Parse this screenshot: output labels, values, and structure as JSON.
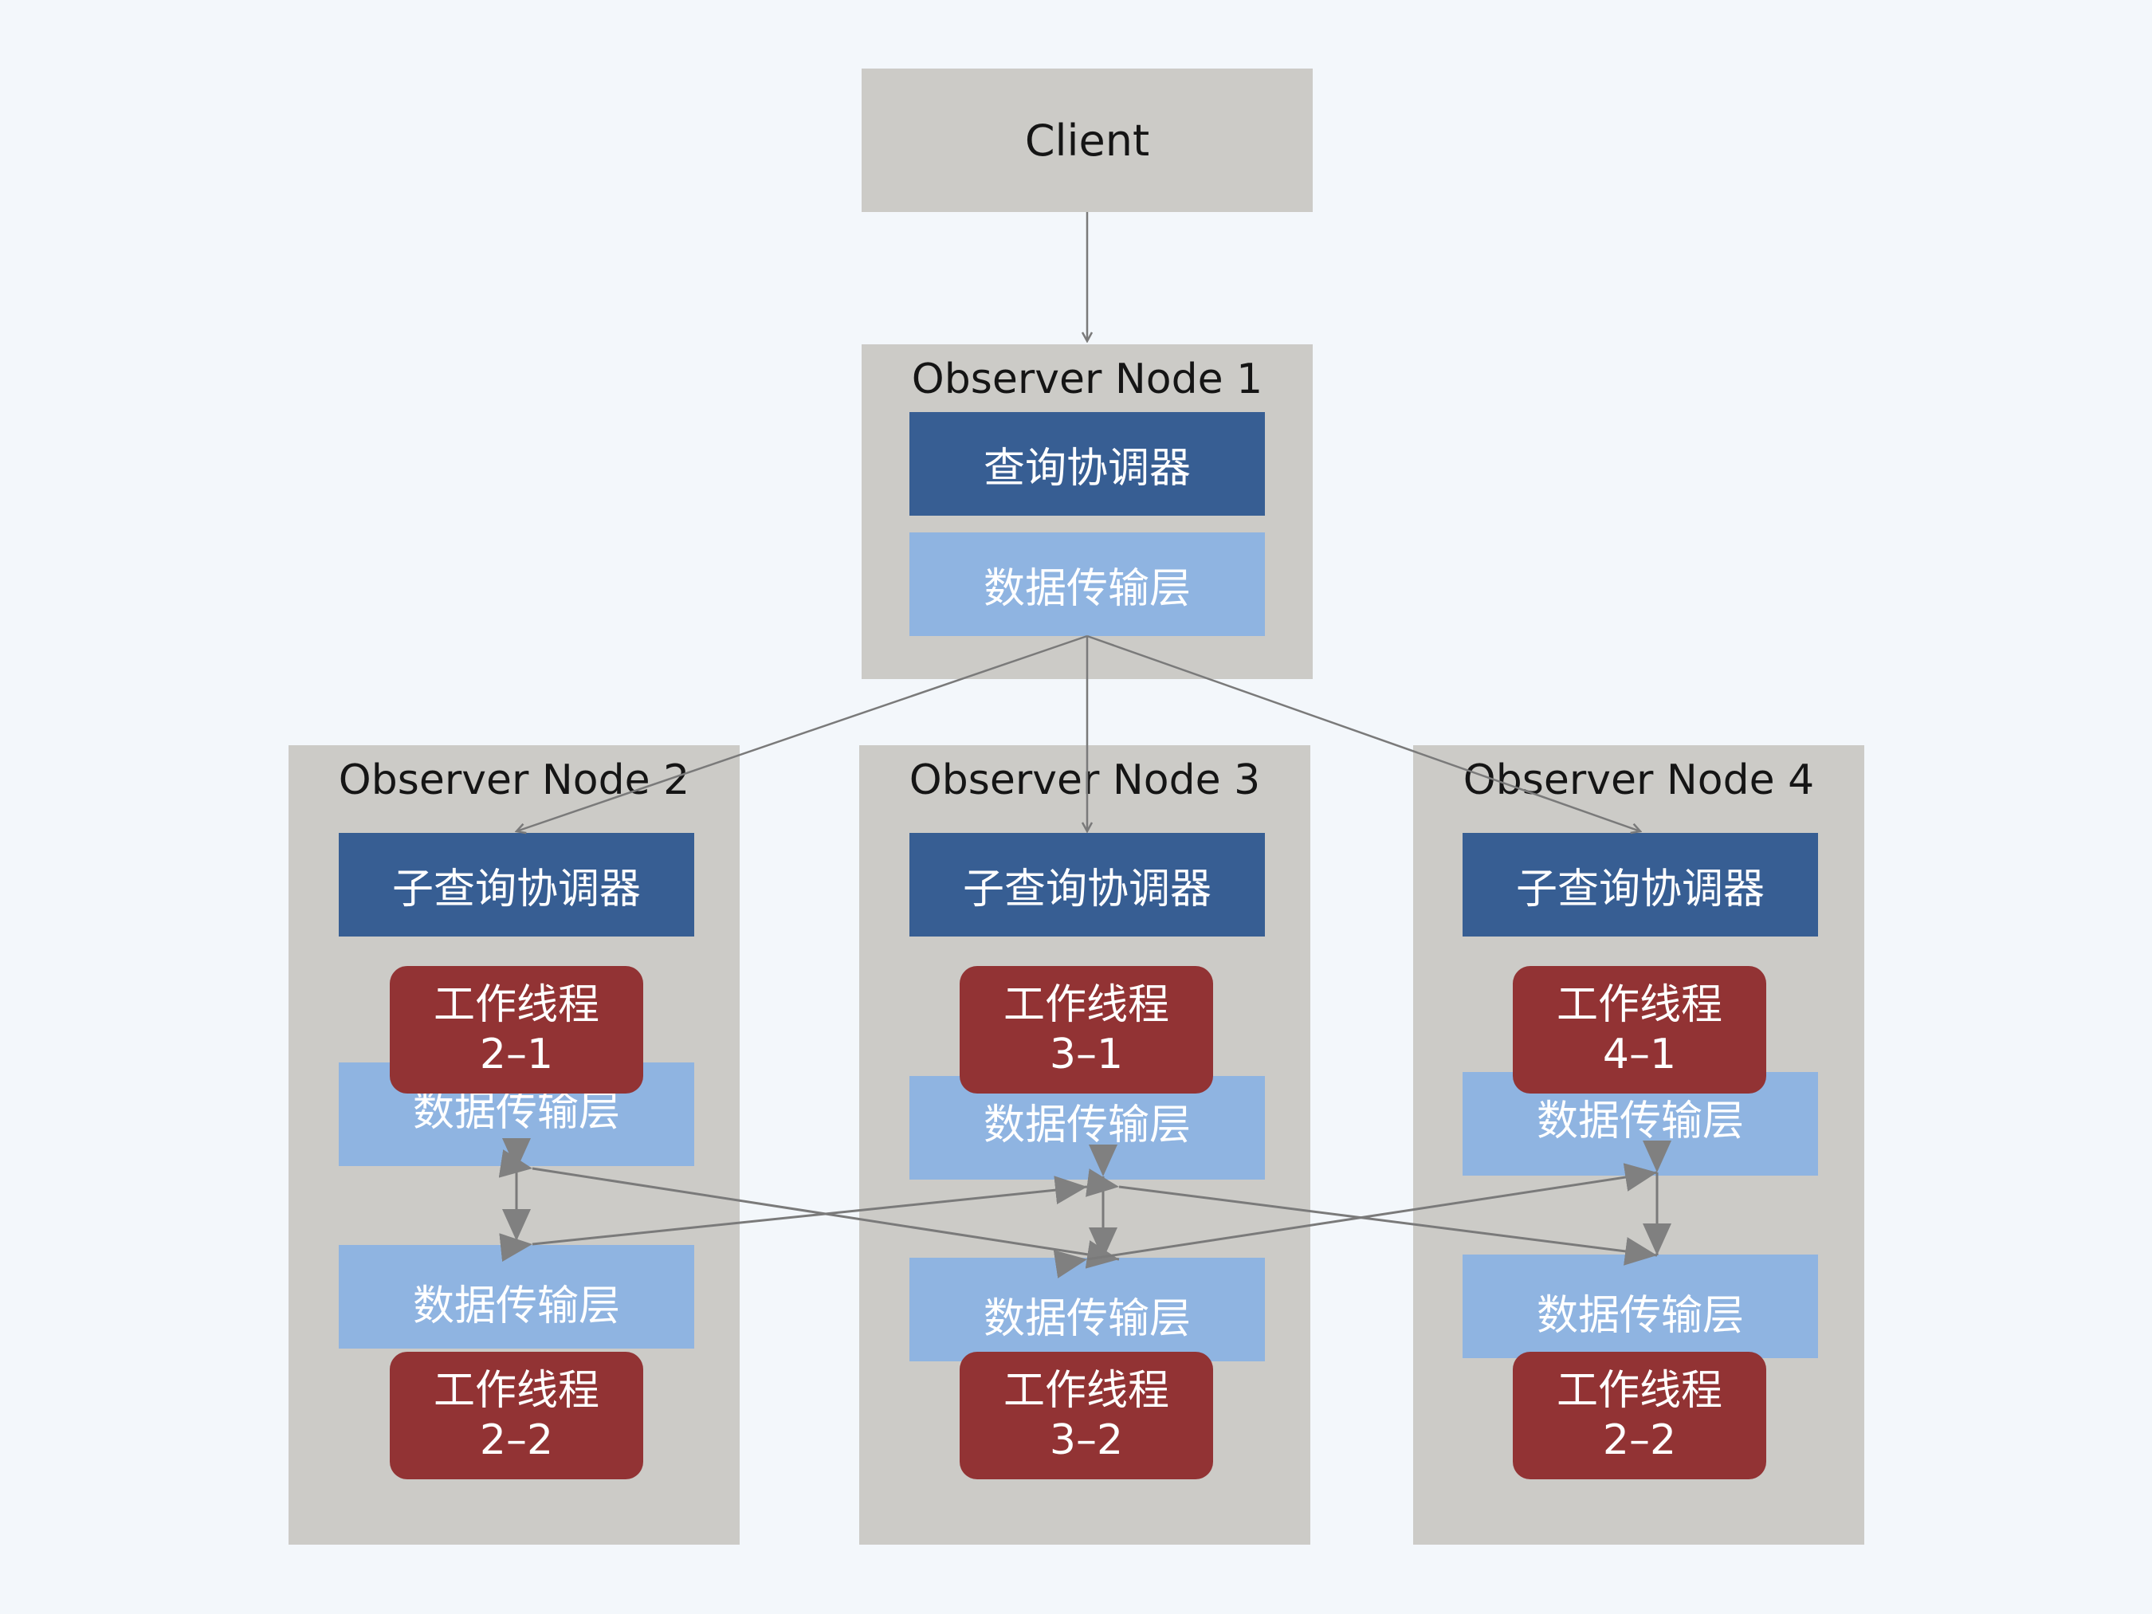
{
  "client": {
    "label": "Client"
  },
  "node1": {
    "title": "Observer Node 1",
    "coordinator": "查询协调器",
    "transport": "数据传输层"
  },
  "node2": {
    "title": "Observer Node 2",
    "coordinator": "子查询协调器",
    "worker1": {
      "line1": "工作线程",
      "line2": "2–1"
    },
    "transport1": "数据传输层",
    "transport2": "数据传输层",
    "worker2": {
      "line1": "工作线程",
      "line2": "2–2"
    }
  },
  "node3": {
    "title": "Observer Node 3",
    "coordinator": "子查询协调器",
    "worker1": {
      "line1": "工作线程",
      "line2": "3–1"
    },
    "transport1": "数据传输层",
    "transport2": "数据传输层",
    "worker2": {
      "line1": "工作线程",
      "line2": "3–2"
    }
  },
  "node4": {
    "title": "Observer Node 4",
    "coordinator": "子查询协调器",
    "worker1": {
      "line1": "工作线程",
      "line2": "4–1"
    },
    "transport1": "数据传输层",
    "transport2": "数据传输层",
    "worker2": {
      "line1": "工作线程",
      "line2": "2–2"
    }
  },
  "colors": {
    "background": "#f3f7fb",
    "node_box": "#cccbc7",
    "coordinator": "#375e93",
    "transport": "#8fb4e1",
    "worker": "#923334",
    "arrow": "#7a7a7a"
  }
}
